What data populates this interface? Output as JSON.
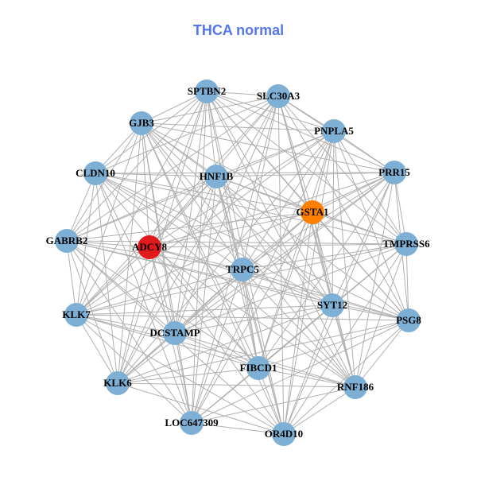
{
  "title": "THCA normal",
  "colors": {
    "title": "#5577ee",
    "edge": "#b0b0b0",
    "default_node": "#7eb0d5",
    "highlight_red": "#e31a1c",
    "highlight_orange": "#ff7f00"
  },
  "nodes": [
    {
      "id": "SPTBN2",
      "color": "default"
    },
    {
      "id": "SLC30A3",
      "color": "default"
    },
    {
      "id": "GJB3",
      "color": "default"
    },
    {
      "id": "PNPLA5",
      "color": "default"
    },
    {
      "id": "CLDN10",
      "color": "default"
    },
    {
      "id": "HNF1B",
      "color": "default"
    },
    {
      "id": "PRR15",
      "color": "default"
    },
    {
      "id": "GSTA1",
      "color": "highlight_orange"
    },
    {
      "id": "GABRB2",
      "color": "default"
    },
    {
      "id": "ADCY8",
      "color": "highlight_red"
    },
    {
      "id": "TMPRSS6",
      "color": "default"
    },
    {
      "id": "TRPC5",
      "color": "default"
    },
    {
      "id": "SYT12",
      "color": "default"
    },
    {
      "id": "KLK7",
      "color": "default"
    },
    {
      "id": "PSG8",
      "color": "default"
    },
    {
      "id": "DCSTAMP",
      "color": "default"
    },
    {
      "id": "FIBCD1",
      "color": "default"
    },
    {
      "id": "KLK6",
      "color": "default"
    },
    {
      "id": "RNF186",
      "color": "default"
    },
    {
      "id": "LOC647309",
      "color": "default"
    },
    {
      "id": "OR4D10",
      "color": "default"
    }
  ]
}
